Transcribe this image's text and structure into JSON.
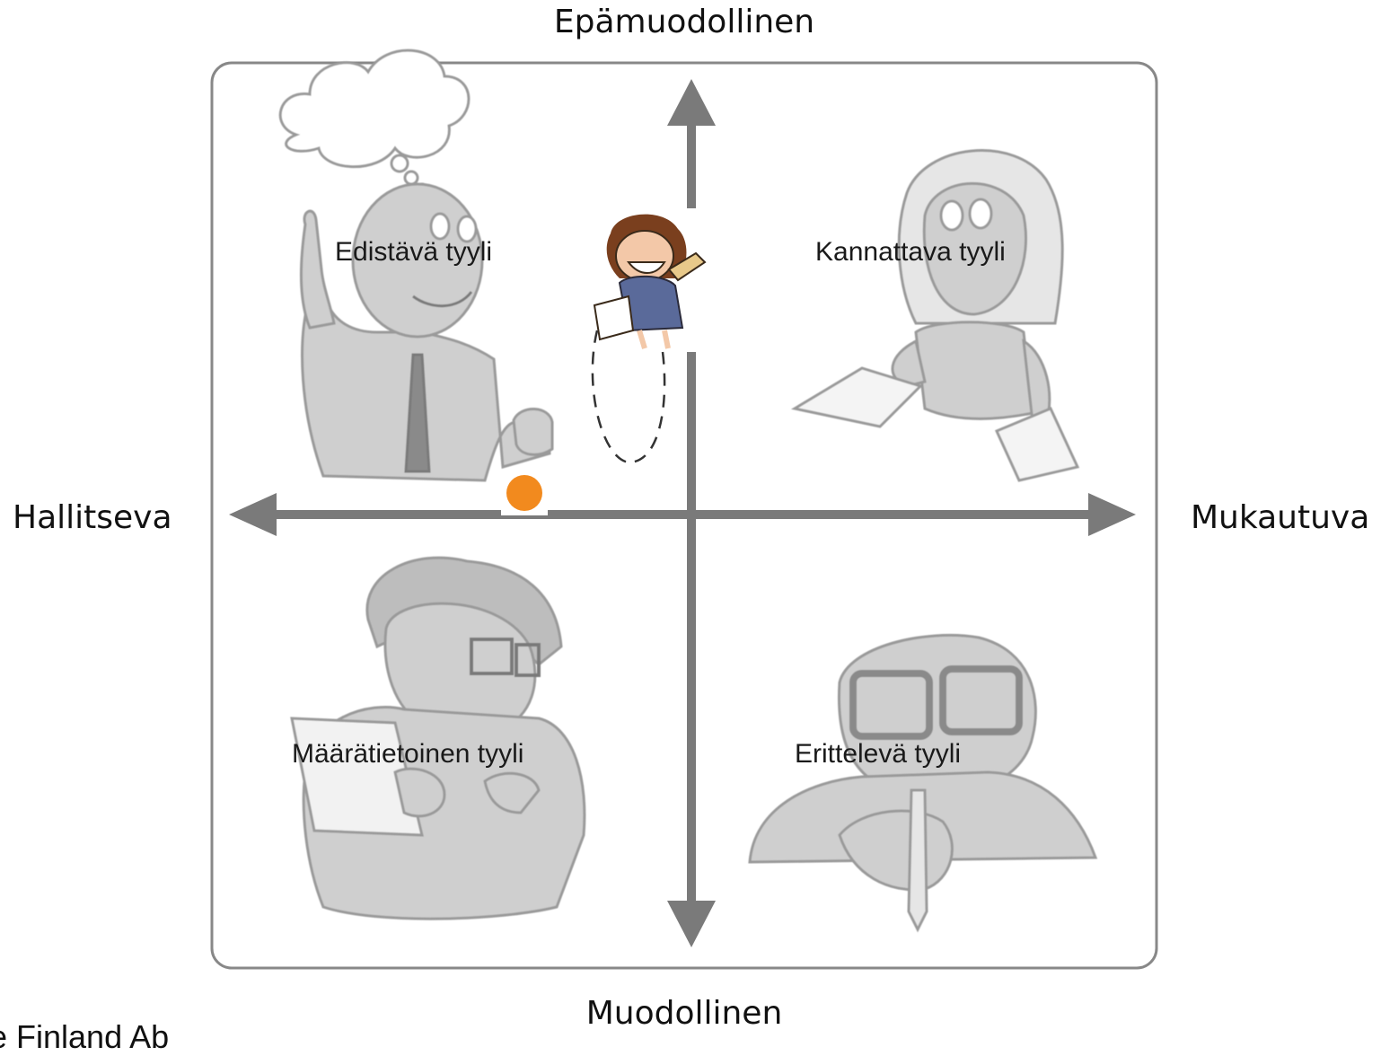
{
  "axes": {
    "top": "Epämuodollinen",
    "bottom": "Muodollinen",
    "left": "Hallitseva",
    "right": "Mukautuva"
  },
  "quadrants": {
    "top_left": "Edistävä tyyli",
    "top_right": "Kannattava tyyli",
    "bottom_left": "Määrätietoinen tyyli",
    "bottom_right": "Erittelevä tyyli"
  },
  "footer": "e Finland Ab",
  "colors": {
    "frame": "#888888",
    "axis": "#7a7a7a",
    "figure_fill": "#cfcfcf",
    "figure_stroke": "#9a9a9a",
    "marker": "#f28a1e"
  },
  "icons": [
    "thinking-man-figure",
    "woman-with-papers-figure",
    "man-with-notepad-figure",
    "man-with-glasses-figure",
    "cartoon-woman-with-pencil-icon",
    "orange-dot-marker"
  ]
}
